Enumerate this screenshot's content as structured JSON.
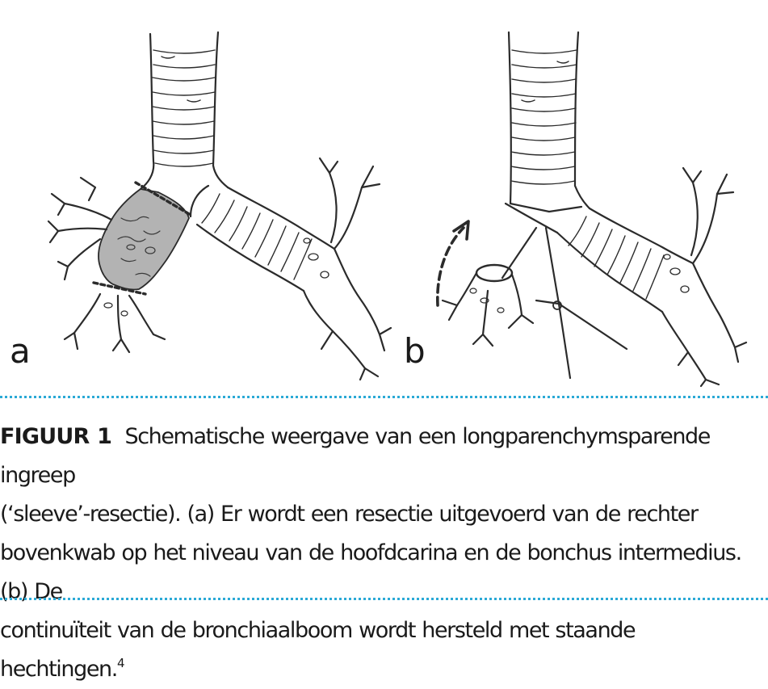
{
  "figure": {
    "panel_a_label": "a",
    "panel_b_label": "b",
    "caption_label": "FIGUUR 1",
    "caption_line1": "Schematische weergave van een longparenchymsparende ingreep",
    "caption_line2": "(‘sleeve’-resectie). (a) Er wordt een resectie uitgevoerd van de rechter",
    "caption_line3": "bovenkwab op het niveau van de hoofdcarina en de bonchus intermedius. (b) De",
    "caption_line4": "continuïteit van de bronchiaalboom wordt hersteld met staande hechtingen.",
    "caption_ref": "4"
  },
  "colors": {
    "divider": "#2aa9d6",
    "resected_region": "#9a9a9a",
    "line_art": "#2b2b2b"
  }
}
